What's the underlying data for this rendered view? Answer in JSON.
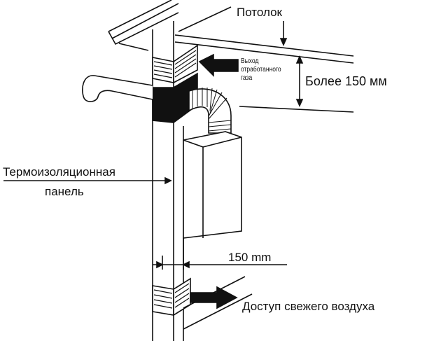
{
  "labels": {
    "ceiling": "Потолок",
    "exhaust_line1": "Выход",
    "exhaust_line2": "отработанного",
    "exhaust_line3": "газа",
    "clearance_top": "Более 150 мм",
    "insulation_line1": "Термоизоляционная",
    "insulation_line2": "панель",
    "side_clearance": "150 mm",
    "fresh_air": "Доступ свежего воздуха"
  },
  "colors": {
    "ink": "#111111",
    "background": "#ffffff"
  }
}
